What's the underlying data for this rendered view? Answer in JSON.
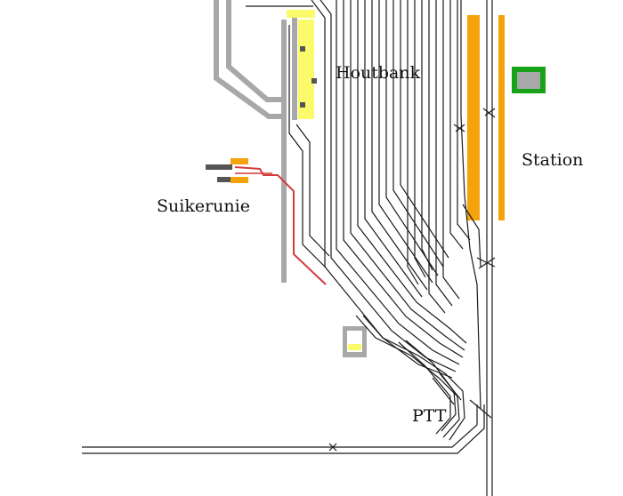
{
  "labels": {
    "houtbank": "Houtbank",
    "station": "Station",
    "suikerunie": "Suikerunie",
    "ptt": "PTT"
  },
  "colors": {
    "track": "#1a1a1a",
    "gray_track": "#a8a8a8",
    "platform": "#f5a30c",
    "houtbank_yard": "#fafa6a",
    "station_frame": "#17a317",
    "station_fill": "#a8a8a8",
    "siding_red": "#d23c3c",
    "dark_block": "#555555"
  },
  "icons": {
    "station_building": "station-building-icon",
    "signal_box": "signal-box-icon"
  }
}
